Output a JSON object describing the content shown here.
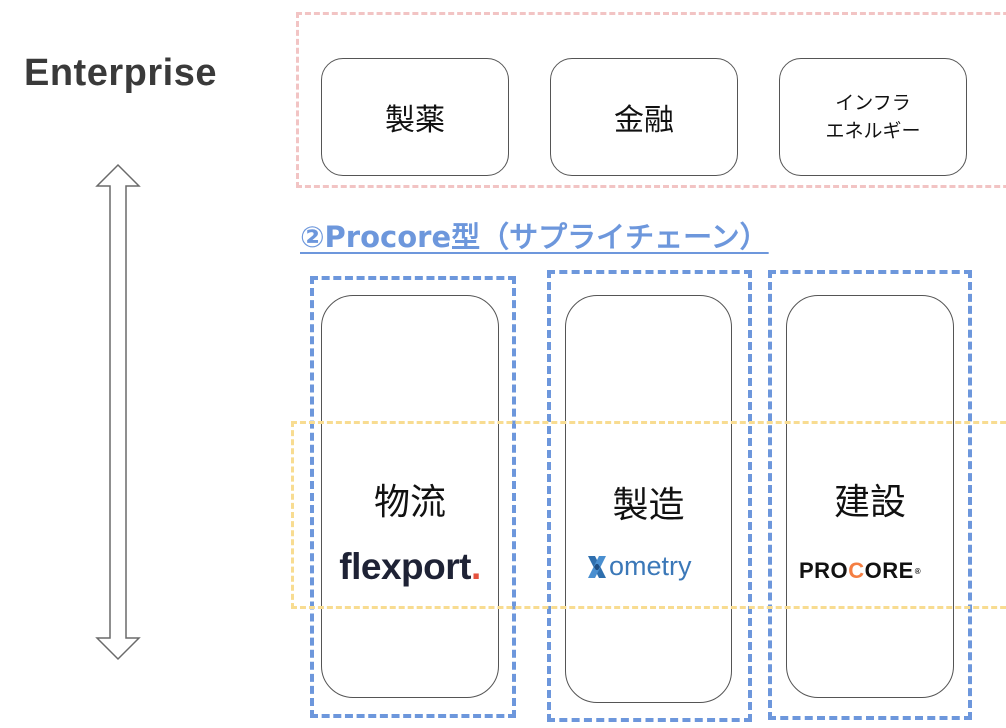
{
  "left": {
    "enterprise_label": "Enterprise"
  },
  "enterprise_row": {
    "cards": [
      {
        "label": "製薬"
      },
      {
        "label": "金融"
      },
      {
        "label_line1": "インフラ",
        "label_line2": "エネルギー"
      }
    ]
  },
  "procore_section": {
    "title": "②Procore型（サプライチェーン）",
    "columns": [
      {
        "industry": "物流",
        "logo_text": "flexport",
        "logo_dot": "."
      },
      {
        "industry": "製造",
        "logo_text": "ometry",
        "logo_mark": "X"
      },
      {
        "industry": "建設",
        "logo_text_a": "PRO",
        "logo_mark": "C",
        "logo_text_b": "ORE",
        "logo_tm": "®"
      }
    ]
  },
  "colors": {
    "pink_dash": "#f2c4c4",
    "blue_dash": "#6d97dc",
    "yellow_dash": "#f8dc91",
    "flexport_dot": "#e5523e",
    "xometry_blue": "#3b78b8",
    "procore_orange": "#f47e42"
  },
  "icons": [
    "double-arrow-icon",
    "xometry-x-icon"
  ]
}
